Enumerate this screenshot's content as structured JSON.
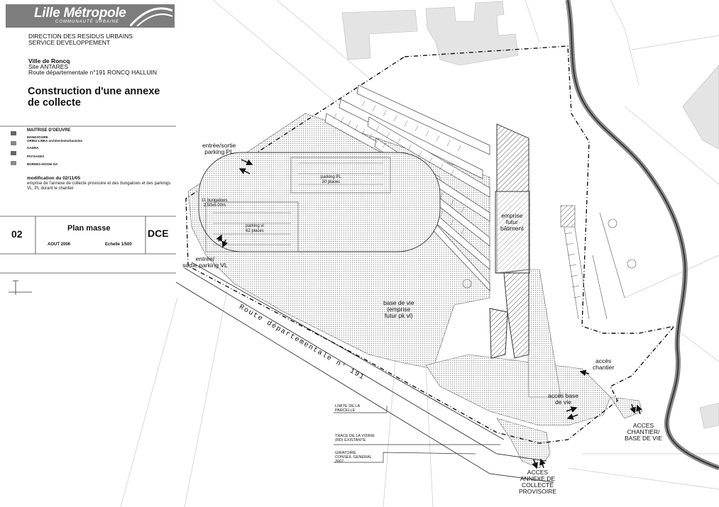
{
  "title_block": {
    "logo": {
      "name": "Lille Métropole",
      "subtitle": "COMMUNAUTÉ URBAINE"
    },
    "department": [
      "DIRECTION DES RESIDUS URBAINS",
      "SERVICE DEVELOPPEMENT"
    ],
    "site": {
      "city": "Ville de Roncq",
      "name": "Site ANTARES",
      "address": "Route départementale n°191 RONCQ HALLUIN"
    },
    "project_title": [
      "Construction d'une annexe",
      "de collecte"
    ],
    "maitrise_oeuvre": "MAITRISE D'OEUVRE",
    "contributors": [
      "MANDATAIRE",
      "GRIEU-LINEA architectes/urbanistes",
      "GADRA",
      "PAYSAGES",
      "BORDES-HOGNI DA"
    ],
    "modification": {
      "title": "modification du 02/11/05",
      "description": [
        "emprise de l'annexe de collecte provisoire et des bungalows et des parkings",
        "VL, PL durant le chantier"
      ]
    },
    "sheet_number": "02",
    "sheet_title": "Plan masse",
    "phase": "DCE",
    "date": "AOUT 2006",
    "scale": "Echelle 1/500"
  },
  "plan_labels": {
    "entree_pl": [
      "entrée/sortie",
      "parking PL"
    ],
    "parking_pl": [
      "parking PL",
      "30 places"
    ],
    "bungalows": [
      "11 bungalows",
      "2.50x6.00m"
    ],
    "parking_vl": [
      "parking vl",
      "62 places"
    ],
    "entree_vl": [
      "entrée/",
      "sortie parking VL"
    ],
    "emprise_batiment": [
      "emprise",
      "futur",
      "bâtiment"
    ],
    "base_de_vie": [
      "base de vie",
      "(emprise",
      "futur pk vl)"
    ],
    "route": "Route départementale n° 191",
    "acces_chantier": [
      "accès",
      "chantier"
    ],
    "acces_base": [
      "accès base",
      "de vie"
    ],
    "acces_chantier_base": [
      "ACCES",
      "CHANTIER/",
      "BASE DE VIE"
    ],
    "acces_annexe": [
      "ACCES",
      "ANNEXE DE",
      "COLLECTE",
      "PROVISOIRE"
    ]
  },
  "legend": {
    "limite_parcelle": [
      "LIMITE DE LA",
      "PARCELLE"
    ],
    "trace_voirie": [
      "TRACE DE LA VOIRIE",
      "(RD) EXISTANTE"
    ],
    "giratoire": [
      "GIRATOIRE",
      "CONSEIL GENERAL",
      "2007"
    ]
  }
}
